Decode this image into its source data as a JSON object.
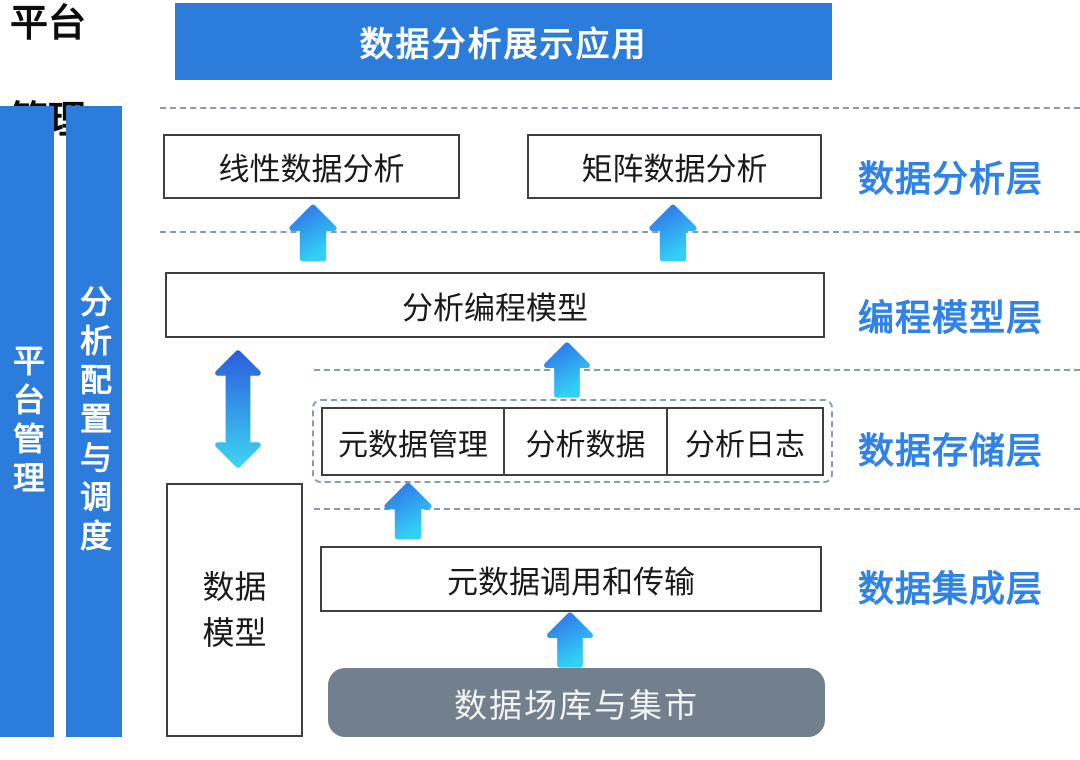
{
  "corner_label": {
    "line1": "平台",
    "line2": "管理"
  },
  "banner": {
    "title": "数据分析展示应用"
  },
  "sidebars": [
    {
      "label": "平台管理"
    },
    {
      "label": "分析配置与调度"
    }
  ],
  "layers": [
    {
      "name": "数据分析层"
    },
    {
      "name": "编程模型层"
    },
    {
      "name": "数据存储层"
    },
    {
      "name": "数据集成层"
    }
  ],
  "boxes": {
    "linear": "线性数据分析",
    "matrix": "矩阵数据分析",
    "programming_model": "分析编程模型",
    "storage_items": [
      "元数据管理",
      "分析数据",
      "分析日志"
    ],
    "data_model": "数据\n模型",
    "metadata_transfer": "元数据调用和传输",
    "warehouse": "数据场库与集市"
  },
  "icons": {
    "up_arrow": "up-arrow-icon",
    "double_arrow": "double-vertical-arrow-icon"
  },
  "colors": {
    "accent-blue": "#2C7CDB",
    "label-blue": "#2E82E8",
    "box-border": "#3F3F3F",
    "dash-gray": "#8C9BAB",
    "slate-gray": "#71808C",
    "arrow-blue": "#2E6FE8",
    "arrow-cyan": "#33CFF6",
    "arrow-deep-blue": "#2B5FDC",
    "arrow-light-cyan": "#3ED2F2"
  }
}
